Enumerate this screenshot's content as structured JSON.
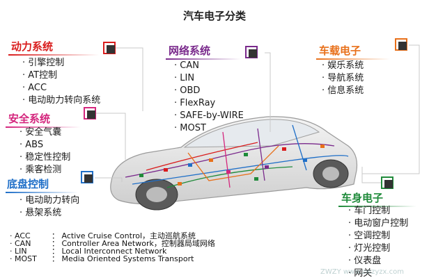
{
  "title": "汽车电子分类",
  "categories": [
    {
      "key": "power",
      "name": "动力系统",
      "color": "#d91c1c",
      "items": [
        "引擎控制",
        "AT控制",
        "ACC",
        "电动助力转向系统"
      ]
    },
    {
      "key": "safety",
      "name": "安全系统",
      "color": "#d4267d",
      "items": [
        "安全气囊",
        "ABS",
        "稳定性控制",
        "乘客检测"
      ]
    },
    {
      "key": "chassis",
      "name": "底盘控制",
      "color": "#1f6fc8",
      "items": [
        "电动助力转向",
        "悬架系统"
      ]
    },
    {
      "key": "network",
      "name": "网络系统",
      "color": "#7a2a8c",
      "items": [
        "CAN",
        "LIN",
        "OBD",
        "FlexRay",
        "SAFE-by-WIRE",
        "MOST"
      ]
    },
    {
      "key": "infotainment",
      "name": "车载电子",
      "color": "#e8701a",
      "items": [
        "娱乐系统",
        "导航系统",
        "信息系统"
      ]
    },
    {
      "key": "body",
      "name": "车身电子",
      "color": "#1f8a3a",
      "items": [
        "车门控制",
        "电动窗户控制",
        "空调控制",
        "灯光控制",
        "仪表盘",
        "网关"
      ]
    }
  ],
  "glossary": [
    {
      "abbr": "· ACC",
      "desc": "： Active Cruise Control，主动巡航系统"
    },
    {
      "abbr": "· CAN",
      "desc": "： Controller Area Network，控制器局域网络"
    },
    {
      "abbr": "· LIN",
      "desc": "： Local Interconnect Network"
    },
    {
      "abbr": "· MOST",
      "desc": "： Media Oriented Systems Transport"
    }
  ],
  "watermark": "ZWZY www.zwzyzx.com"
}
